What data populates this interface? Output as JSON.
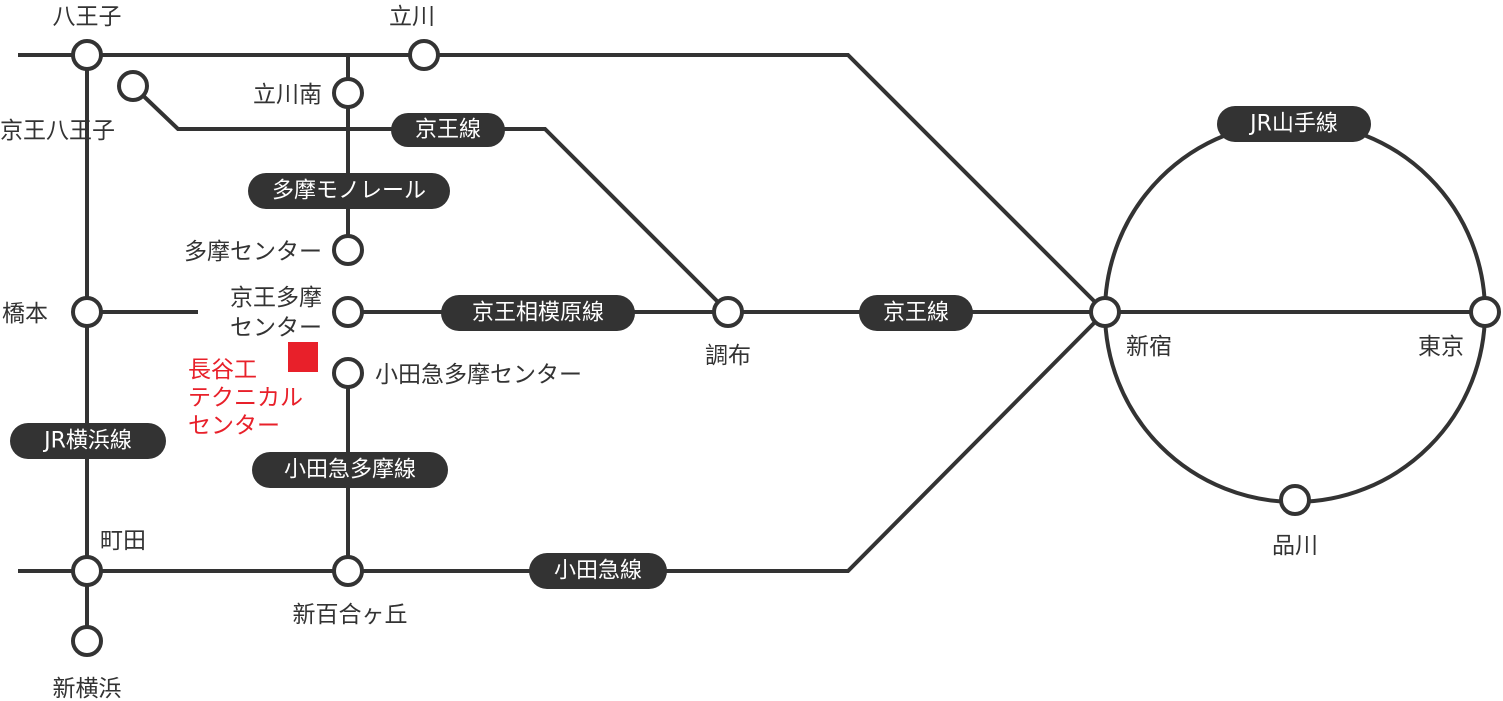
{
  "stations": {
    "hachioji": "八王子",
    "tachikawa": "立川",
    "tachikawa_minami": "立川南",
    "keio_hachioji": "京王八王子",
    "tama_center": "多摩センター",
    "hashimoto": "橋本",
    "keio_tama_center_1": "京王多摩",
    "keio_tama_center_2": "センター",
    "odakyu_tama_center": "小田急多摩センター",
    "chofu": "調布",
    "shinjuku": "新宿",
    "tokyo": "東京",
    "shinagawa": "品川",
    "machida": "町田",
    "shin_yurigaoka": "新百合ヶ丘",
    "shin_yokohama": "新横浜"
  },
  "lines": {
    "keio_upper": "京王線",
    "tama_monorail": "多摩モノレール",
    "keio_sagamihara": "京王相模原線",
    "keio_lower": "京王線",
    "yamanote": "JR山手線",
    "yokohama": "JR横浜線",
    "odakyu_tama": "小田急多摩線",
    "odakyu": "小田急線"
  },
  "landmark": {
    "line1": "長谷工",
    "line2": "テクニカル",
    "line3": "センター",
    "color": "#e8202a"
  }
}
